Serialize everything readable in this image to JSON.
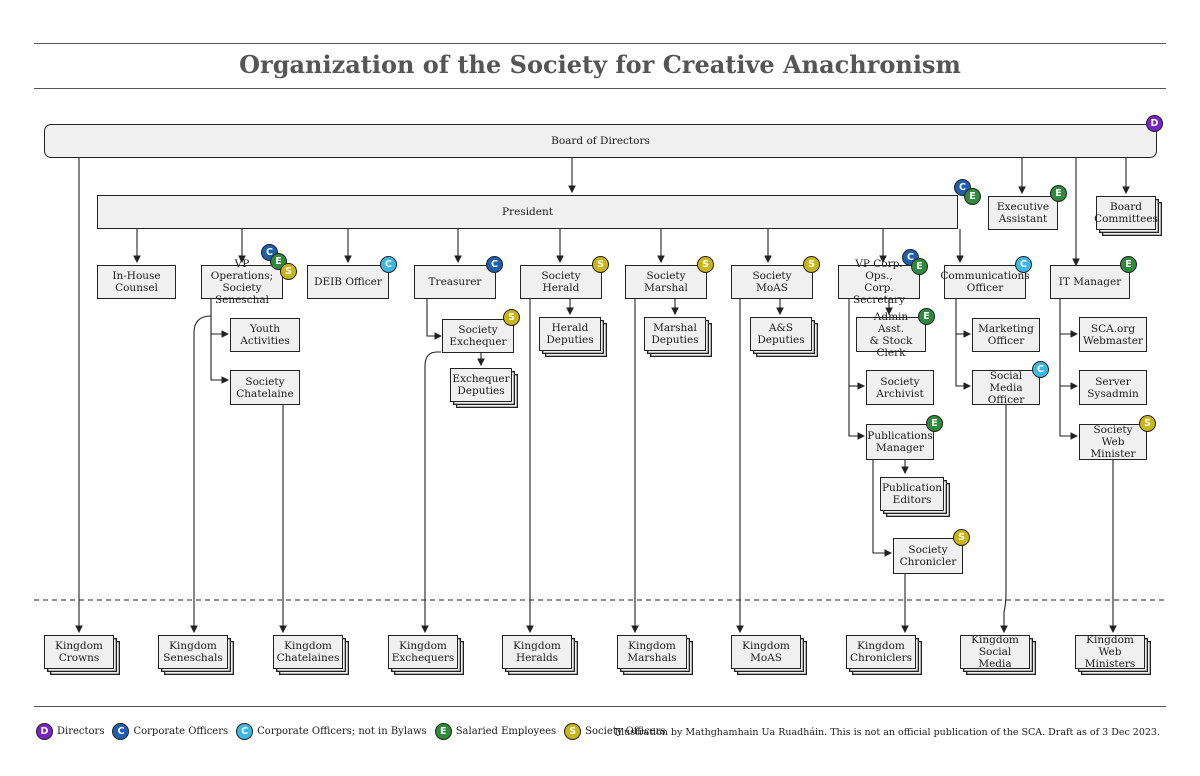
{
  "title": "Organization of the Society for Creative Anachronism",
  "badge_letters": {
    "D": "D",
    "C": "C",
    "CN": "C",
    "E": "E",
    "S": "S"
  },
  "colors": {
    "D": "#7b22c8",
    "C": "#1e5fb0",
    "CN": "#3cb8e6",
    "E": "#2e8b3c",
    "S": "#c9b514"
  },
  "nodes": {
    "board": "Board of Directors",
    "president": "President",
    "exec_asst": "Executive\nAssistant",
    "board_committees": "Board\nCommittees",
    "counsel": "In-House\nCounsel",
    "vp_ops": "VP Operations;\nSociety Seneschal",
    "deib": "DEIB Officer",
    "treasurer": "Treasurer",
    "herald": "Society Herald",
    "marshal": "Society Marshal",
    "moas": "Society MoAS",
    "vp_corp": "VP Corp. Ops.,\nCorp. Secretary",
    "comms": "Communications\nOfficer",
    "it": "IT Manager",
    "youth": "Youth\nActivities",
    "chatelaine": "Society\nChatelaine",
    "exchequer": "Society\nExchequer",
    "exch_deputies": "Exchequer\nDeputies",
    "herald_deputies": "Herald\nDeputies",
    "marshal_deputies": "Marshal\nDeputies",
    "as_deputies": "A&S\nDeputies",
    "admin_asst": "Admin Asst.\n& Stock Clerk",
    "archivist": "Society\nArchivist",
    "pub_mgr": "Publications\nManager",
    "pub_editors": "Publication\nEditors",
    "chronicler": "Society\nChronicler",
    "marketing": "Marketing\nOfficer",
    "social_media": "Social Media\nOfficer",
    "webmaster": "SCA.org\nWebmaster",
    "sysadmin": "Server\nSysadmin",
    "web_minister": "Society Web\nMinister",
    "k_crowns": "Kingdom\nCrowns",
    "k_seneschals": "Kingdom\nSeneschals",
    "k_chatelaines": "Kingdom\nChatelaines",
    "k_exchequers": "Kingdom\nExchequers",
    "k_heralds": "Kingdom\nHeralds",
    "k_marshals": "Kingdom\nMarshals",
    "k_moas": "Kingdom\nMoAS",
    "k_chroniclers": "Kingdom\nChroniclers",
    "k_social": "Kingdom\nSocial Media",
    "k_web": "Kingdom\nWeb Ministers"
  },
  "legend": [
    {
      "key": "D",
      "label": "Directors"
    },
    {
      "key": "C",
      "label": "Corporate Officers"
    },
    {
      "key": "CN",
      "label": "Corporate Officers; not in Bylaws"
    },
    {
      "key": "E",
      "label": "Salaried Employees"
    },
    {
      "key": "S",
      "label": "Society Officers"
    }
  ],
  "credit": "Illustration by Mathghamhain Ua Ruadháin. This is not an official publication of the SCA. Draft as of 3 Dec 2023."
}
